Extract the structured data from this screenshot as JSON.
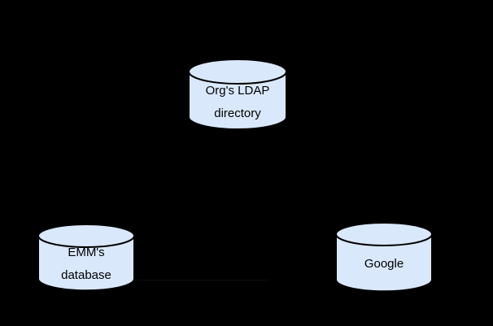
{
  "diagram": {
    "background_color": "#000000",
    "node_fill": "#dae8fc",
    "node_stroke": "#000000",
    "label_color": "#000000",
    "faint_connector_color": "#0e0e0e",
    "nodes": {
      "ldap": {
        "line1": "Org's LDAP",
        "line2": "directory"
      },
      "emm": {
        "line1": "EMM's",
        "line2": "database"
      },
      "google": {
        "line1": "Google"
      }
    }
  }
}
